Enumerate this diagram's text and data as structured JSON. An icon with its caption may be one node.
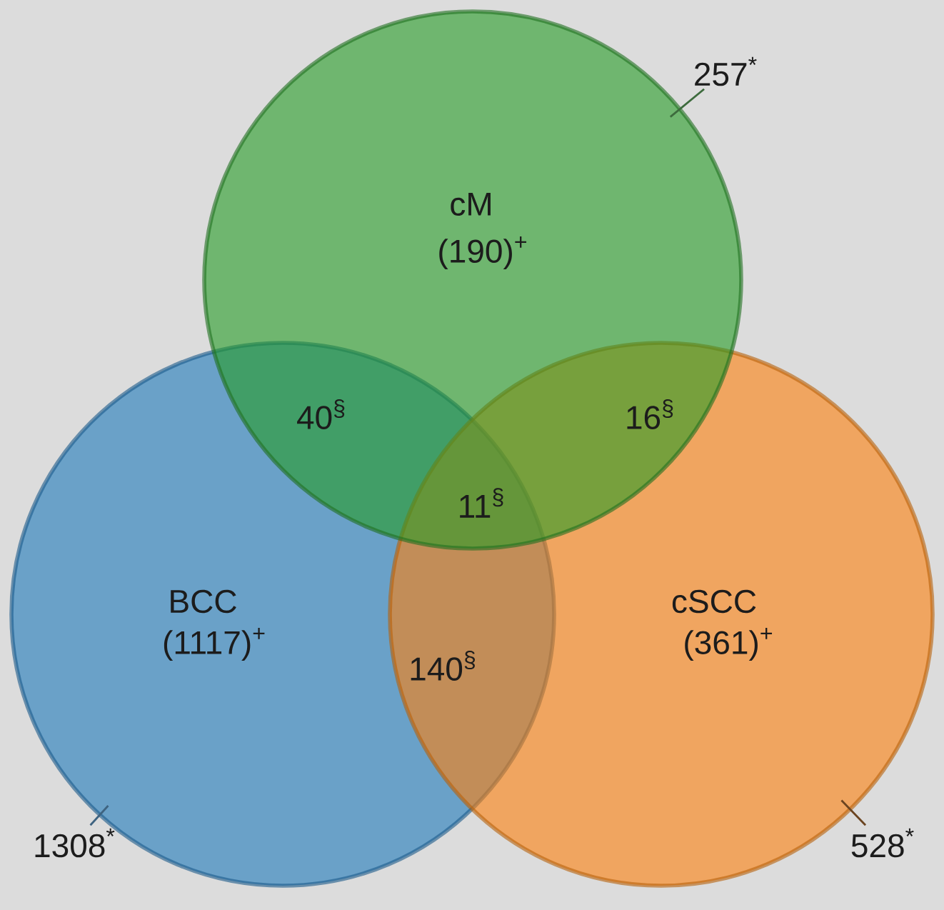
{
  "diagram": {
    "nodes": [
      {
        "text": [
          "cM",
          "(190)$^{+}$"
        ]
      },
      {
        "text": [
          "BCC",
          "(1117)$^{+}$"
        ]
      },
      {
        "text": [
          "cSCC",
          "(361)$^{+}$"
        ]
      },
      {
        "text": [
          "257$^{*}$"
        ]
      },
      {
        "text": [
          "1308$^{*}$"
        ]
      },
      {
        "text": [
          "528$^{*}$"
        ]
      }
    ],
    "edges": [
      {
        "from": 3,
        "to": 0,
        "arrow": "none",
        "color": "#3d6b3d"
      },
      {
        "from": 4,
        "to": 1,
        "arrow": "none",
        "color": "#3e6380"
      },
      {
        "from": 5,
        "to": 2,
        "arrow": "none",
        "color": "#6b4420"
      }
    ],
    "labels": [
      "40$^{§}$",
      "16$^{§}$",
      "11$^{§}$",
      "140$^{§}$"
    ]
  }
}
